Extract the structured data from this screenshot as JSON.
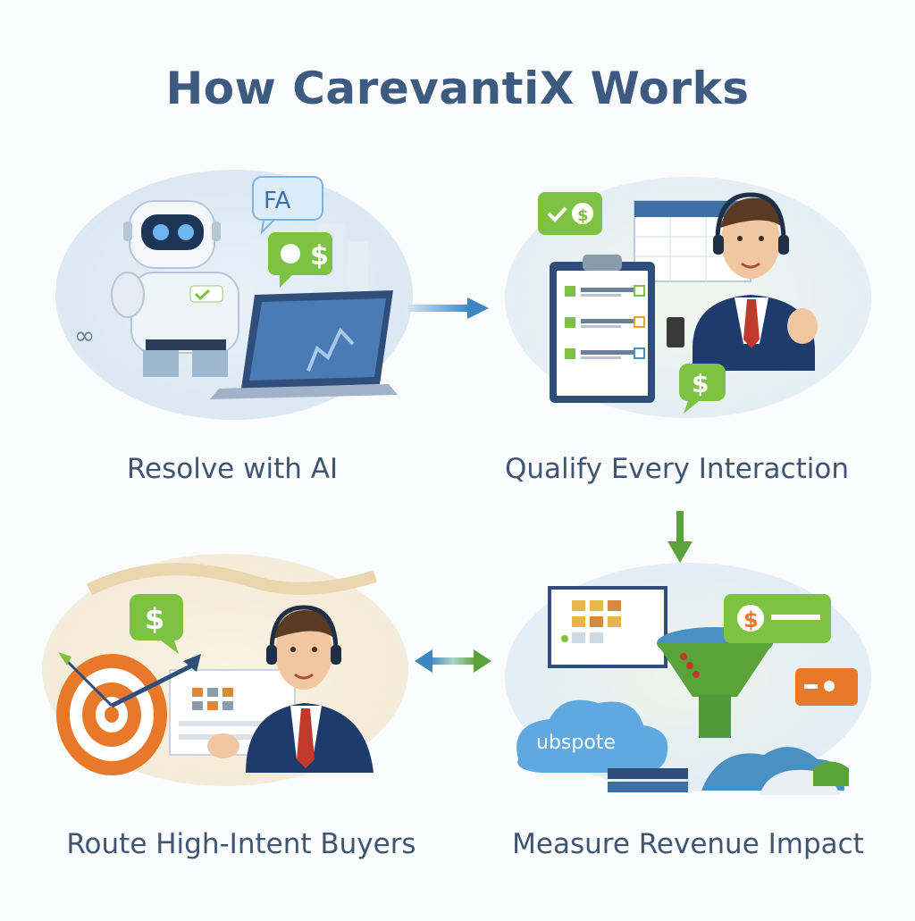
{
  "title": "How CarevantiX Works",
  "steps": [
    {
      "label": "Resolve with AI",
      "bubble_text": "FA",
      "badge_text": "∞"
    },
    {
      "label": "Qualify Every Interaction"
    },
    {
      "label": "Route High-Intent Buyers"
    },
    {
      "label": "Measure Revenue Impact",
      "cloud_text": "ubspote"
    }
  ],
  "currency_symbol": "$",
  "colors": {
    "title": "#3d5a80",
    "label": "#3f5572",
    "accent_green": "#7dc242",
    "accent_blue": "#4a90c2",
    "suit_navy": "#1f3b6b",
    "tie_red": "#c0392b",
    "target_orange": "#e8792b"
  },
  "icons": [
    "robot-icon",
    "laptop-icon",
    "faq-bubble-icon",
    "dollar-bubble-icon",
    "clipboard-checklist-icon",
    "calendar-icon",
    "target-icon",
    "dart-icon",
    "funnel-icon",
    "cloud-icon",
    "headset-agent-icon",
    "arrow-right-icon",
    "arrow-down-icon",
    "arrow-bidirectional-icon"
  ]
}
